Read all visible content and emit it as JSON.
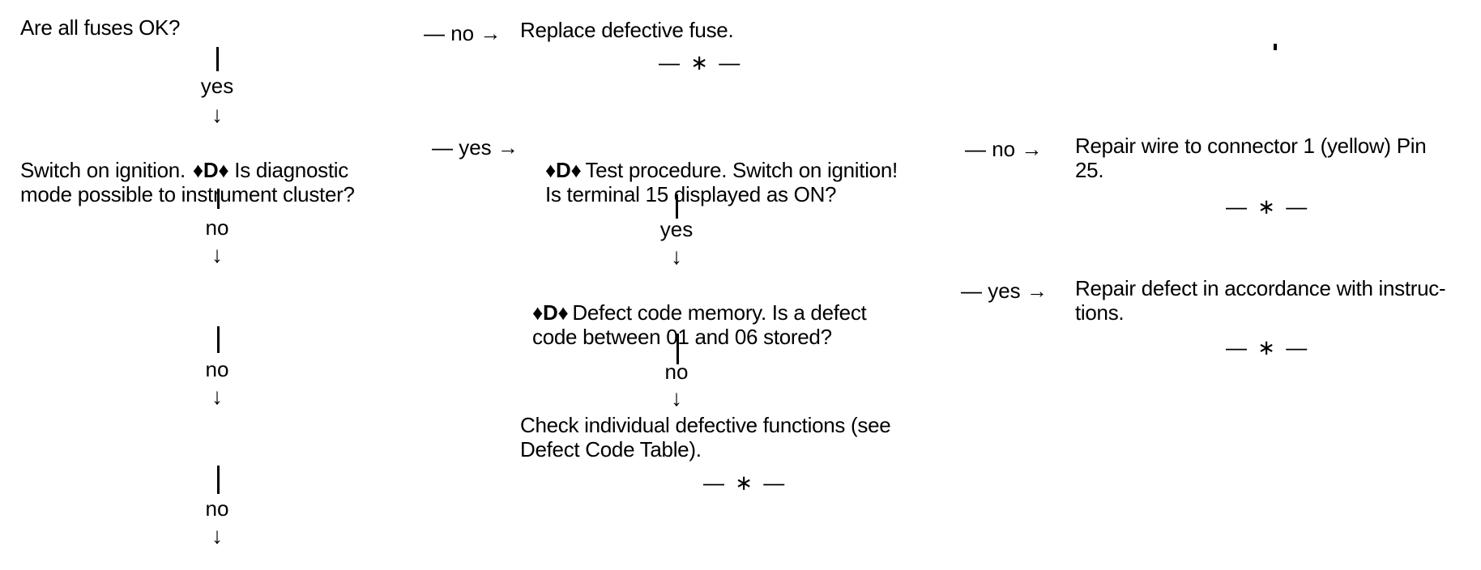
{
  "page": {
    "paper_color": "#ffffff",
    "ink_color": "#000000"
  },
  "flow": {
    "nodes": {
      "q_fuses": "Are all fuses OK?",
      "a_replace_fuse": "Replace defective fuse.",
      "q_diagnostic_pre": "Switch on ignition.",
      "q_diagnostic_badge": "♦D♦",
      "q_diagnostic_post": "Is diagnostic\nmode possible to instrument cluster?",
      "q_terminal_badge": "♦D♦",
      "q_terminal_text": "Test procedure. Switch on ignition!\nIs terminal 15 displayed as ON?",
      "a_repair_wire": "Repair wire to connector 1 (yellow) Pin\n25.",
      "q_defect_code_badge": "♦D♦",
      "q_defect_code_text": "Defect code memory. Is a defect\ncode between 01 and 06 stored?",
      "a_repair_defect": "Repair defect in accordance with instruc-\ntions.",
      "a_check_functions": "Check individual defective functions (see\nDefect Code Table)."
    },
    "labels": {
      "yes": "yes",
      "no": "no",
      "branch_no": "— no →",
      "branch_yes": "— yes →",
      "down_arrow": "↓",
      "end_marker": "— ∗ —"
    }
  }
}
